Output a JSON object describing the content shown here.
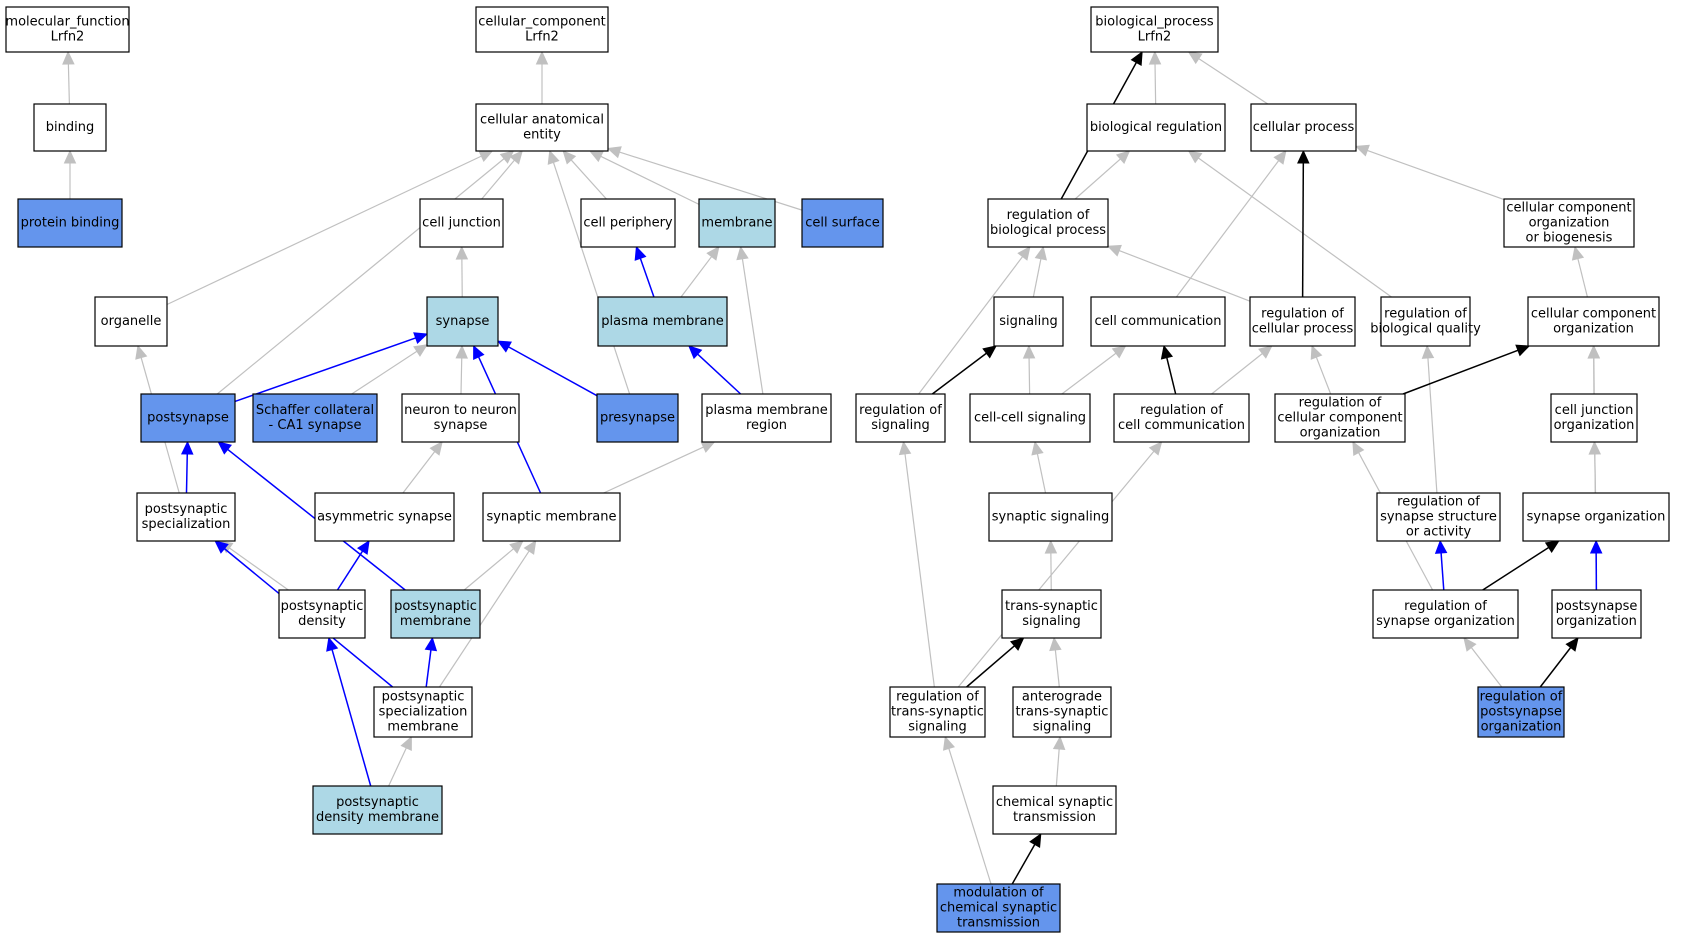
{
  "colors": {
    "white": "#ffffff",
    "light_blue": "#add8e6",
    "blue_fill": "#6495ed",
    "edge_gray": "#c0c0c0",
    "edge_blue": "#0000ff",
    "edge_black": "#000000"
  },
  "nodes": [
    {
      "id": "mf",
      "lines": [
        "molecular_function",
        "Lrfn2"
      ],
      "fill": "white"
    },
    {
      "id": "binding",
      "lines": [
        "binding"
      ],
      "fill": "white"
    },
    {
      "id": "protein_binding",
      "lines": [
        "protein binding"
      ],
      "fill": "blue_fill"
    },
    {
      "id": "cc",
      "lines": [
        "cellular_component",
        "Lrfn2"
      ],
      "fill": "white"
    },
    {
      "id": "cae",
      "lines": [
        "cellular anatomical",
        "entity"
      ],
      "fill": "white"
    },
    {
      "id": "cell_junction",
      "lines": [
        "cell junction"
      ],
      "fill": "white"
    },
    {
      "id": "cell_periphery",
      "lines": [
        "cell periphery"
      ],
      "fill": "white"
    },
    {
      "id": "membrane",
      "lines": [
        "membrane"
      ],
      "fill": "light_blue"
    },
    {
      "id": "cell_surface",
      "lines": [
        "cell surface"
      ],
      "fill": "blue_fill"
    },
    {
      "id": "organelle",
      "lines": [
        "organelle"
      ],
      "fill": "white"
    },
    {
      "id": "synapse",
      "lines": [
        "synapse"
      ],
      "fill": "light_blue"
    },
    {
      "id": "plasma_membrane",
      "lines": [
        "plasma membrane"
      ],
      "fill": "light_blue"
    },
    {
      "id": "postsynapse",
      "lines": [
        "postsynapse"
      ],
      "fill": "blue_fill"
    },
    {
      "id": "schaffer",
      "lines": [
        "Schaffer collateral",
        "- CA1 synapse"
      ],
      "fill": "blue_fill"
    },
    {
      "id": "n2n",
      "lines": [
        "neuron to neuron",
        "synapse"
      ],
      "fill": "white"
    },
    {
      "id": "presynapse",
      "lines": [
        "presynapse"
      ],
      "fill": "blue_fill"
    },
    {
      "id": "pm_region",
      "lines": [
        "plasma membrane",
        "region"
      ],
      "fill": "white"
    },
    {
      "id": "ps_spec",
      "lines": [
        "postsynaptic",
        "specialization"
      ],
      "fill": "white"
    },
    {
      "id": "asym",
      "lines": [
        "asymmetric synapse"
      ],
      "fill": "white"
    },
    {
      "id": "syn_mem",
      "lines": [
        "synaptic membrane"
      ],
      "fill": "white"
    },
    {
      "id": "ps_density",
      "lines": [
        "postsynaptic",
        "density"
      ],
      "fill": "white"
    },
    {
      "id": "ps_mem",
      "lines": [
        "postsynaptic",
        "membrane"
      ],
      "fill": "light_blue"
    },
    {
      "id": "ps_spec_mem",
      "lines": [
        "postsynaptic",
        "specialization",
        "membrane"
      ],
      "fill": "white"
    },
    {
      "id": "psd_mem",
      "lines": [
        "postsynaptic",
        "density membrane"
      ],
      "fill": "light_blue"
    },
    {
      "id": "bp",
      "lines": [
        "biological_process",
        "Lrfn2"
      ],
      "fill": "white"
    },
    {
      "id": "bio_reg",
      "lines": [
        "biological regulation"
      ],
      "fill": "white"
    },
    {
      "id": "cell_proc",
      "lines": [
        "cellular process"
      ],
      "fill": "white"
    },
    {
      "id": "reg_bp",
      "lines": [
        "regulation of",
        "biological process"
      ],
      "fill": "white"
    },
    {
      "id": "ccob",
      "lines": [
        "cellular component",
        "organization",
        "or biogenesis"
      ],
      "fill": "white"
    },
    {
      "id": "signaling",
      "lines": [
        "signaling"
      ],
      "fill": "white"
    },
    {
      "id": "cell_comm",
      "lines": [
        "cell communication"
      ],
      "fill": "white"
    },
    {
      "id": "reg_cp",
      "lines": [
        "regulation of",
        "cellular process"
      ],
      "fill": "white"
    },
    {
      "id": "reg_bq",
      "lines": [
        "regulation of",
        "biological quality"
      ],
      "fill": "white"
    },
    {
      "id": "cco",
      "lines": [
        "cellular component",
        "organization"
      ],
      "fill": "white"
    },
    {
      "id": "reg_sig",
      "lines": [
        "regulation of",
        "signaling"
      ],
      "fill": "white"
    },
    {
      "id": "cc_sig",
      "lines": [
        "cell-cell signaling"
      ],
      "fill": "white"
    },
    {
      "id": "reg_cc",
      "lines": [
        "regulation of",
        "cell communication"
      ],
      "fill": "white"
    },
    {
      "id": "reg_cco",
      "lines": [
        "regulation of",
        "cellular component",
        "organization"
      ],
      "fill": "white"
    },
    {
      "id": "cj_org",
      "lines": [
        "cell junction",
        "organization"
      ],
      "fill": "white"
    },
    {
      "id": "syn_sig",
      "lines": [
        "synaptic signaling"
      ],
      "fill": "white"
    },
    {
      "id": "reg_ssa",
      "lines": [
        "regulation of",
        "synapse structure",
        "or activity"
      ],
      "fill": "white"
    },
    {
      "id": "syn_org",
      "lines": [
        "synapse organization"
      ],
      "fill": "white"
    },
    {
      "id": "ts_sig",
      "lines": [
        "trans-synaptic",
        "signaling"
      ],
      "fill": "white"
    },
    {
      "id": "reg_so",
      "lines": [
        "regulation of",
        "synapse organization"
      ],
      "fill": "white"
    },
    {
      "id": "ps_org",
      "lines": [
        "postsynapse",
        "organization"
      ],
      "fill": "white"
    },
    {
      "id": "reg_tss",
      "lines": [
        "regulation of",
        "trans-synaptic",
        "signaling"
      ],
      "fill": "white"
    },
    {
      "id": "atss",
      "lines": [
        "anterograde",
        "trans-synaptic",
        "signaling"
      ],
      "fill": "white"
    },
    {
      "id": "reg_pso",
      "lines": [
        "regulation of",
        "postsynapse",
        "organization"
      ],
      "fill": "blue_fill"
    },
    {
      "id": "chem_syn",
      "lines": [
        "chemical synaptic",
        "transmission"
      ],
      "fill": "white"
    },
    {
      "id": "mod_cst",
      "lines": [
        "modulation of",
        "chemical synaptic",
        "transmission"
      ],
      "fill": "blue_fill"
    }
  ],
  "edges": [
    {
      "from": "binding",
      "to": "mf",
      "color": "edge_gray"
    },
    {
      "from": "protein_binding",
      "to": "binding",
      "color": "edge_gray"
    },
    {
      "from": "cae",
      "to": "cc",
      "color": "edge_gray"
    },
    {
      "from": "cell_junction",
      "to": "cae",
      "color": "edge_gray"
    },
    {
      "from": "cell_periphery",
      "to": "cae",
      "color": "edge_gray"
    },
    {
      "from": "membrane",
      "to": "cae",
      "color": "edge_gray"
    },
    {
      "from": "cell_surface",
      "to": "cae",
      "color": "edge_gray"
    },
    {
      "from": "organelle",
      "to": "cae",
      "color": "edge_gray"
    },
    {
      "from": "postsynapse",
      "to": "cae",
      "color": "edge_gray"
    },
    {
      "from": "presynapse",
      "to": "cae",
      "color": "edge_gray"
    },
    {
      "from": "synapse",
      "to": "cell_junction",
      "color": "edge_gray"
    },
    {
      "from": "plasma_membrane",
      "to": "cell_periphery",
      "color": "edge_blue"
    },
    {
      "from": "plasma_membrane",
      "to": "membrane",
      "color": "edge_gray"
    },
    {
      "from": "pm_region",
      "to": "membrane",
      "color": "edge_gray"
    },
    {
      "from": "postsynapse",
      "to": "synapse",
      "color": "edge_blue"
    },
    {
      "from": "schaffer",
      "to": "synapse",
      "color": "edge_gray"
    },
    {
      "from": "n2n",
      "to": "synapse",
      "color": "edge_gray"
    },
    {
      "from": "presynapse",
      "to": "synapse",
      "color": "edge_blue"
    },
    {
      "from": "syn_mem",
      "to": "synapse",
      "color": "edge_blue"
    },
    {
      "from": "pm_region",
      "to": "plasma_membrane",
      "color": "edge_blue"
    },
    {
      "from": "ps_spec",
      "to": "postsynapse",
      "color": "edge_blue"
    },
    {
      "from": "ps_mem",
      "to": "postsynapse",
      "color": "edge_blue"
    },
    {
      "from": "ps_spec",
      "to": "organelle",
      "color": "edge_gray"
    },
    {
      "from": "asym",
      "to": "n2n",
      "color": "edge_gray"
    },
    {
      "from": "syn_mem",
      "to": "pm_region",
      "color": "edge_gray"
    },
    {
      "from": "ps_density",
      "to": "ps_spec",
      "color": "edge_gray"
    },
    {
      "from": "ps_spec_mem",
      "to": "ps_spec",
      "color": "edge_blue"
    },
    {
      "from": "ps_density",
      "to": "asym",
      "color": "edge_blue"
    },
    {
      "from": "ps_mem",
      "to": "syn_mem",
      "color": "edge_gray"
    },
    {
      "from": "ps_spec_mem",
      "to": "syn_mem",
      "color": "edge_gray"
    },
    {
      "from": "ps_spec_mem",
      "to": "ps_mem",
      "color": "edge_blue"
    },
    {
      "from": "psd_mem",
      "to": "ps_density",
      "color": "edge_blue"
    },
    {
      "from": "psd_mem",
      "to": "ps_spec_mem",
      "color": "edge_gray"
    },
    {
      "from": "bio_reg",
      "to": "bp",
      "color": "edge_gray"
    },
    {
      "from": "cell_proc",
      "to": "bp",
      "color": "edge_gray"
    },
    {
      "from": "reg_bp",
      "to": "bp",
      "color": "edge_black"
    },
    {
      "from": "reg_bp",
      "to": "bio_reg",
      "color": "edge_gray"
    },
    {
      "from": "reg_bq",
      "to": "bio_reg",
      "color": "edge_gray"
    },
    {
      "from": "cell_comm",
      "to": "cell_proc",
      "color": "edge_gray"
    },
    {
      "from": "reg_cp",
      "to": "cell_proc",
      "color": "edge_black"
    },
    {
      "from": "ccob",
      "to": "cell_proc",
      "color": "edge_gray"
    },
    {
      "from": "signaling",
      "to": "reg_bp",
      "color": "edge_gray"
    },
    {
      "from": "reg_sig",
      "to": "reg_bp",
      "color": "edge_gray"
    },
    {
      "from": "reg_cp",
      "to": "reg_bp",
      "color": "edge_gray"
    },
    {
      "from": "cco",
      "to": "ccob",
      "color": "edge_gray"
    },
    {
      "from": "reg_sig",
      "to": "signaling",
      "color": "edge_black"
    },
    {
      "from": "cc_sig",
      "to": "signaling",
      "color": "edge_gray"
    },
    {
      "from": "cc_sig",
      "to": "cell_comm",
      "color": "edge_gray"
    },
    {
      "from": "reg_cc",
      "to": "cell_comm",
      "color": "edge_black"
    },
    {
      "from": "reg_cc",
      "to": "reg_cp",
      "color": "edge_gray"
    },
    {
      "from": "reg_cco",
      "to": "reg_cp",
      "color": "edge_gray"
    },
    {
      "from": "reg_ssa",
      "to": "reg_bq",
      "color": "edge_gray"
    },
    {
      "from": "reg_cco",
      "to": "cco",
      "color": "edge_black"
    },
    {
      "from": "cj_org",
      "to": "cco",
      "color": "edge_gray"
    },
    {
      "from": "ps_org",
      "to": "cco",
      "color": "edge_gray"
    },
    {
      "from": "reg_tss",
      "to": "reg_sig",
      "color": "edge_gray"
    },
    {
      "from": "syn_sig",
      "to": "cc_sig",
      "color": "edge_gray"
    },
    {
      "from": "reg_tss",
      "to": "reg_cc",
      "color": "edge_gray"
    },
    {
      "from": "reg_so",
      "to": "reg_cco",
      "color": "edge_gray"
    },
    {
      "from": "syn_org",
      "to": "cj_org",
      "color": "edge_gray"
    },
    {
      "from": "ts_sig",
      "to": "syn_sig",
      "color": "edge_gray"
    },
    {
      "from": "reg_so",
      "to": "reg_ssa",
      "color": "edge_blue"
    },
    {
      "from": "reg_so",
      "to": "syn_org",
      "color": "edge_black"
    },
    {
      "from": "ps_org",
      "to": "syn_org",
      "color": "edge_blue"
    },
    {
      "from": "reg_tss",
      "to": "ts_sig",
      "color": "edge_black"
    },
    {
      "from": "atss",
      "to": "ts_sig",
      "color": "edge_gray"
    },
    {
      "from": "reg_pso",
      "to": "reg_so",
      "color": "edge_gray"
    },
    {
      "from": "reg_pso",
      "to": "ps_org",
      "color": "edge_black"
    },
    {
      "from": "mod_cst",
      "to": "reg_tss",
      "color": "edge_gray"
    },
    {
      "from": "chem_syn",
      "to": "atss",
      "color": "edge_gray"
    },
    {
      "from": "mod_cst",
      "to": "chem_syn",
      "color": "edge_black"
    }
  ]
}
